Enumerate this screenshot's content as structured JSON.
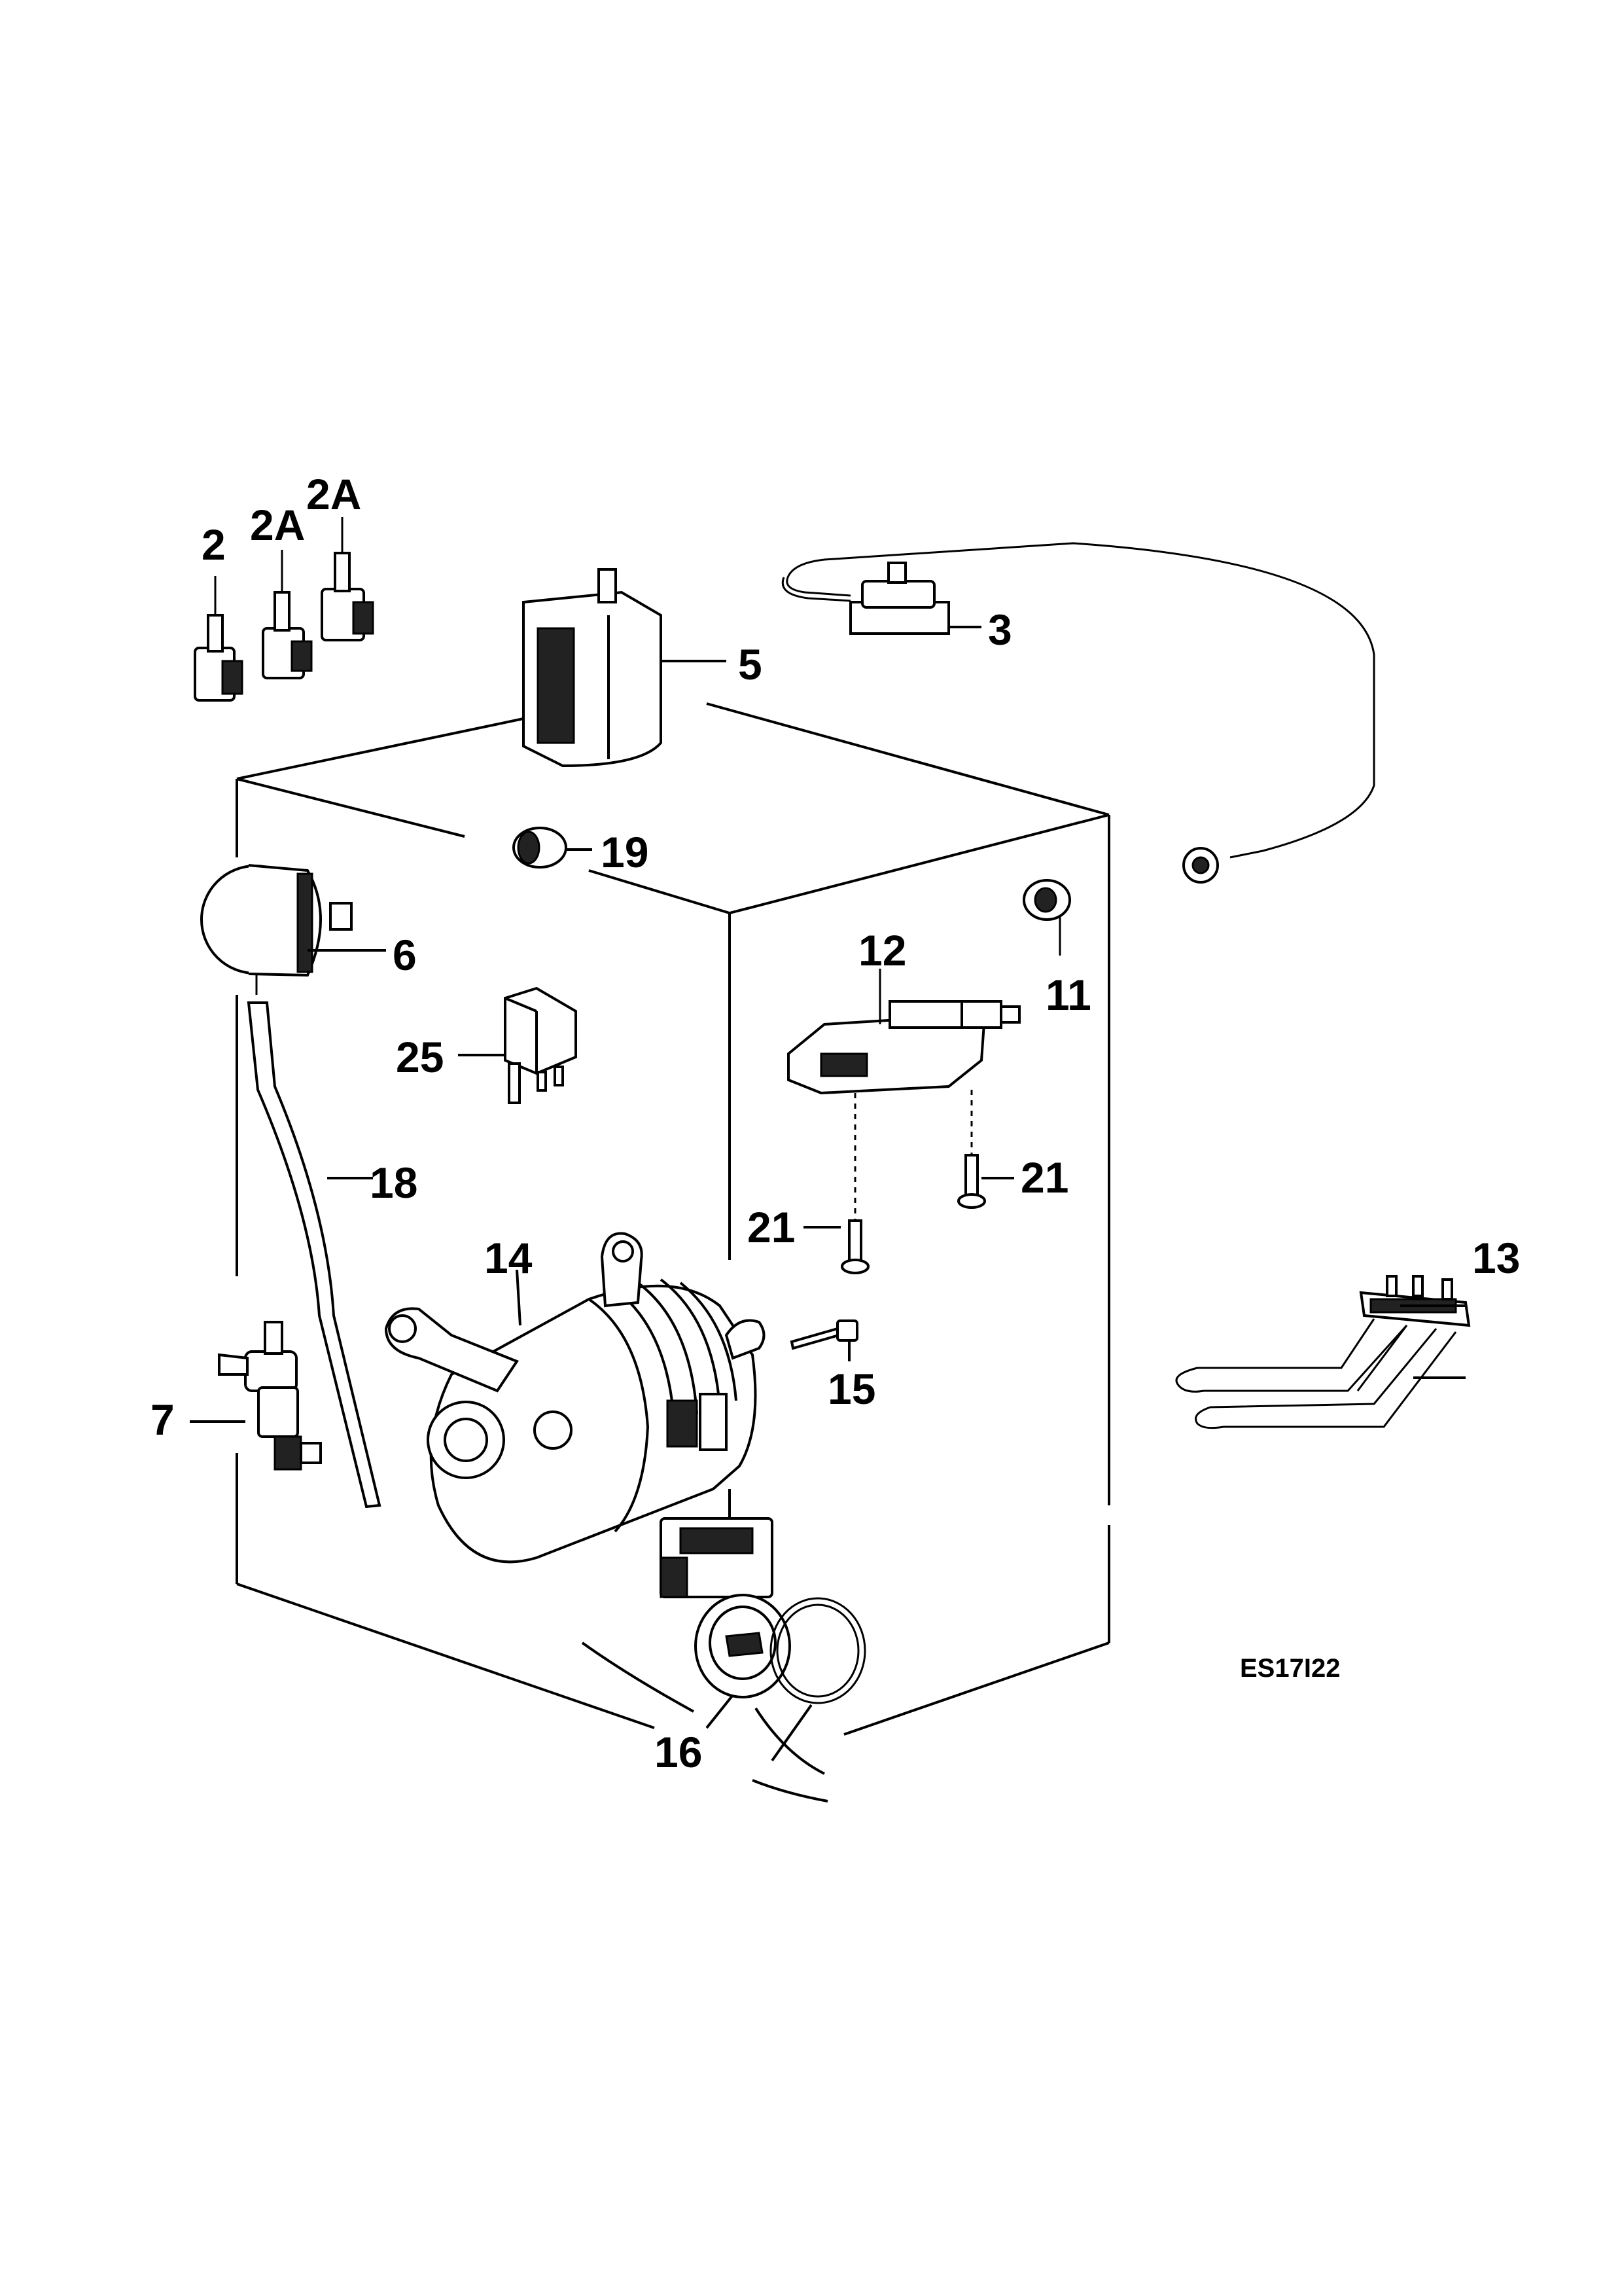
{
  "labels": {
    "p2": "2",
    "p2a_left": "2A",
    "p2a_right": "2A",
    "p3": "3",
    "p5": "5",
    "p19": "19",
    "p6": "6",
    "p12": "12",
    "p11": "11",
    "p25": "25",
    "p21_right": "21",
    "p21_left": "21",
    "p18": "18",
    "p13": "13",
    "p14": "14",
    "p15": "15",
    "p7": "7",
    "p16": "16"
  },
  "diagram_code": "ES17I22",
  "colors": {
    "ink": "#000000",
    "paper": "#ffffff"
  }
}
